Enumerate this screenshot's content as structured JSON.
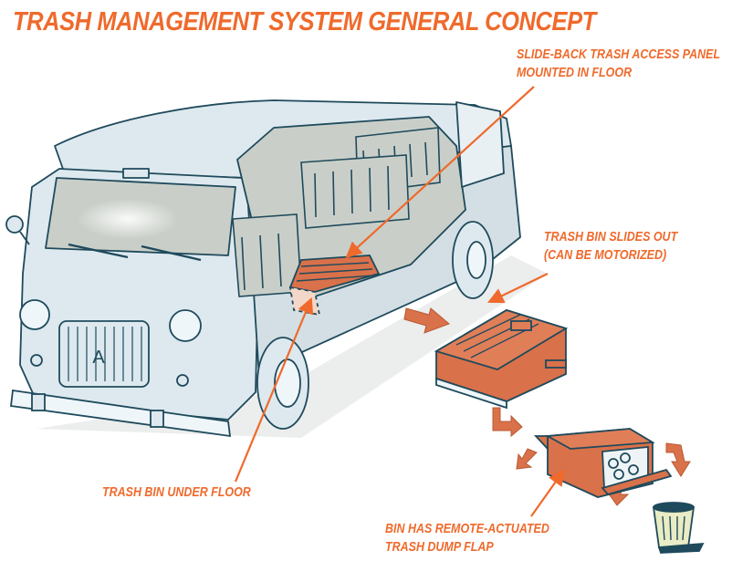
{
  "title": "TRASH MANAGEMENT SYSTEM GENERAL CONCEPT",
  "callouts": {
    "access_panel": {
      "line1": "SLIDE-BACK TRASH ACCESS PANEL",
      "line2": "MOUNTED IN FLOOR"
    },
    "bin_slides": {
      "line1": "TRASH BIN SLIDES OUT",
      "line2": "(CAN BE MOTORIZED)"
    },
    "under_floor": {
      "line1": "TRASH BIN UNDER FLOOR"
    },
    "dump_flap": {
      "line1": "BIN HAS REMOTE-ACTUATED",
      "line2": "TRASH DUMP FLAP"
    }
  },
  "grille_badge": "A",
  "colors": {
    "accent": "#ef6a2c",
    "ink": "#1f4a5c",
    "van_body": "#dde9ef",
    "interior": "#c9cfc8",
    "bin_fill": "#d9714a"
  }
}
